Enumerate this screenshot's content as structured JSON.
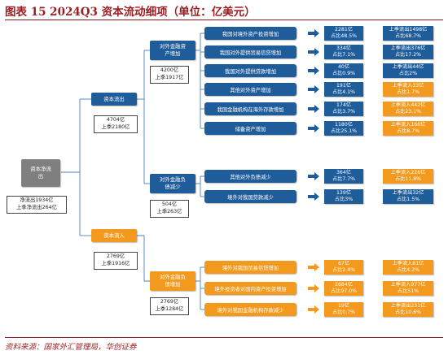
{
  "title": "图表 15   2024Q3 资本流动细项（单位：亿美元）",
  "source": "资料来源：国家外汇管理局，华创证券",
  "root": {
    "label": "资本净流出",
    "box": [
      "净流出1934亿",
      "上季净流出264亿"
    ]
  },
  "outflow": {
    "label": "资本流出",
    "box": [
      "4704亿",
      "上季2180亿"
    ]
  },
  "inflow": {
    "label": "资本流入",
    "box": [
      "2769亿",
      "上季1916亿"
    ]
  },
  "foreign_assets": {
    "label": "对外金融资产增加",
    "box": [
      "4200亿",
      "上季1917亿"
    ]
  },
  "liability_decrease": {
    "label": "对外金融负债减少",
    "box": [
      "504亿",
      "上季263亿"
    ]
  },
  "liability_increase": {
    "label": "对外金融负债增加",
    "box": [
      "2769亿",
      "上季1284亿"
    ]
  },
  "asset_items": [
    {
      "label": "我国对境外资产投资增加",
      "value": "2281亿",
      "share": "占比48.5%",
      "prev": "上季流出1498亿",
      "prev_share": "占比68.7%",
      "color": "blue"
    },
    {
      "label": "我国对外提供贸易信贷增加",
      "value": "334亿",
      "share": "占比7.1%",
      "prev": "上季流出376亿",
      "prev_share": "占比17.2%",
      "color": "blue"
    },
    {
      "label": "我国对外提供贷款增加",
      "value": "40亿",
      "share": "占比0.9%",
      "prev": "上季流出44亿",
      "prev_share": "占比2%",
      "color": "blue"
    },
    {
      "label": "其他对外资产增加",
      "value": "191亿",
      "share": "占比4.1%",
      "prev": "上季流入33亿",
      "prev_share": "占比1.7%",
      "color": "orange"
    },
    {
      "label": "我国金融机构在海外存款增加",
      "value": "174亿",
      "share": "占比3.7%",
      "prev": "上季流入442亿",
      "prev_share": "占比23.1%",
      "color": "orange"
    },
    {
      "label": "储备资产增加",
      "value": "1180亿",
      "share": "占比25.1%",
      "prev": "上季流入166亿",
      "prev_share": "占比8.7%",
      "color": "orange"
    }
  ],
  "decrease_items": [
    {
      "label": "其他对外负债减少",
      "value": "364亿",
      "share": "占比7.7%",
      "prev": "上季流入226亿",
      "prev_share": "占比11.8%",
      "color": "orange"
    },
    {
      "label": "境外对我国贷款减少",
      "value": "139亿",
      "share": "占比3%",
      "prev": "上季流出32亿",
      "prev_share": "占比1.5%",
      "color": "blue"
    }
  ],
  "increase_items": [
    {
      "label": "境外对我国贸易信贷增加",
      "value": "67亿",
      "share": "占比2.4%",
      "prev": "上季流入81亿",
      "prev_share": "占比4.2%",
      "color": "orange"
    },
    {
      "label": "境外投资者对国内资产投资增加",
      "value": "2684亿",
      "share": "占比97.0%",
      "prev": "上季流入977亿",
      "prev_share": "占比51%",
      "color": "orange"
    },
    {
      "label": "境外对我国金融机构存款减少",
      "value": "19亿",
      "share": "占比0.7%",
      "prev": "上季流出231亿",
      "prev_share": "占比10.6%",
      "color": "orange"
    }
  ],
  "colors": {
    "blue": "#1f5c9a",
    "orange": "#f39a1e",
    "grey": "#7f7f7f",
    "title": "#9b1c1f"
  }
}
